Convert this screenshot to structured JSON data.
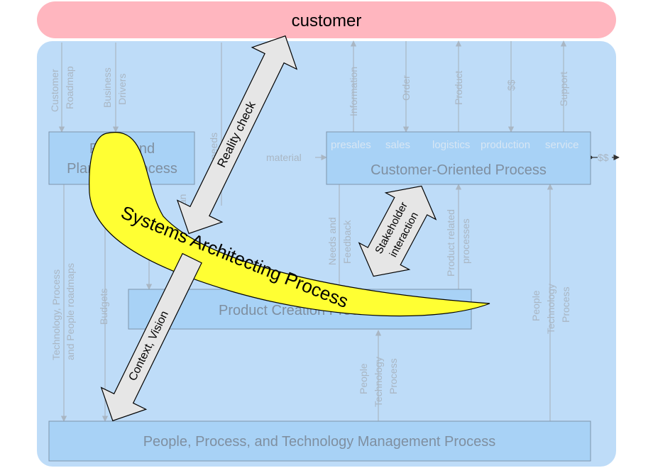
{
  "customer": {
    "label": "customer"
  },
  "boxes": {
    "policy_planning": {
      "line1": "Policy and",
      "line2": "Planning Process"
    },
    "customer_oriented": {
      "label": "Customer-Oriented Process"
    },
    "product_creation": {
      "label": "Product Creation Process"
    },
    "ppt_management": {
      "label": "People, Process, and Technology Management Process"
    }
  },
  "customer_oriented_steps": [
    "presales",
    "sales",
    "logistics",
    "production",
    "service"
  ],
  "flows": {
    "customer_roadmap": [
      "Customer",
      "Roadmap"
    ],
    "business_drivers": [
      "Business",
      "Drivers"
    ],
    "needs_left": "needs",
    "plan_left": "plan",
    "information": "Information",
    "order": "Order",
    "product": "Product",
    "money_top": "$$",
    "support": "Support",
    "material": "material",
    "money_right": "$$",
    "tech_process_people_roadmaps": [
      "Technology, Process",
      "and People roadmaps"
    ],
    "budgets": "Budgets",
    "needs_feedback": [
      "Needs and",
      "Feedback"
    ],
    "product_related_processes": [
      "Product related",
      "processes"
    ],
    "people_tech_process_right": [
      "People",
      "Technology",
      "Process"
    ],
    "people_tech_process_mid": [
      "People",
      "Technology",
      "Process"
    ]
  },
  "arrows": {
    "reality_check": "Reality check",
    "stakeholder_interaction": [
      "Stakeholder",
      "interaction"
    ],
    "context_vision": "Context, Vision"
  },
  "banana": {
    "label": "Systems Architecting Process"
  },
  "colors": {
    "customer_band": "#ffb6bf",
    "main_area": "#bedcf8",
    "process_box": "#a8d2f6",
    "banana": "#ffff33",
    "arrow_fill": "#e6e6e6"
  }
}
